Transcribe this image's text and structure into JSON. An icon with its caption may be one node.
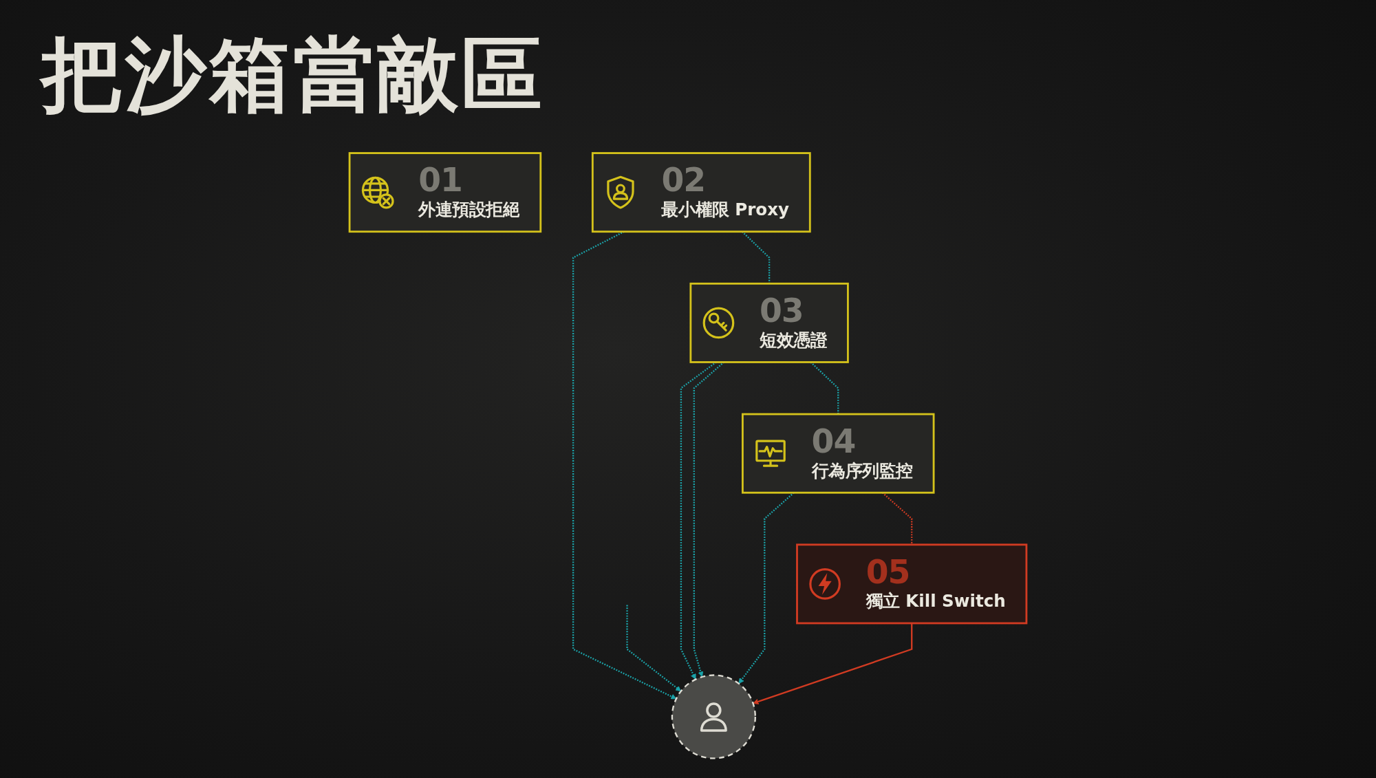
{
  "diagram": {
    "title": "把沙箱當敵區",
    "nodes": [
      {
        "text": [
          "01",
          "外連預設拒絕"
        ]
      },
      {
        "text": [
          "02",
          "最小權限 Proxy"
        ]
      },
      {
        "text": [
          "03",
          "短效憑證"
        ]
      },
      {
        "text": [
          "04",
          "行為序列監控"
        ]
      },
      {
        "text": [
          "05",
          "獨立 Kill Switch"
        ]
      },
      {
        "text": [],
        "shape": "person"
      }
    ],
    "edges": [
      {
        "from": 1,
        "to": 5,
        "arrow": "to",
        "style": "dashed"
      },
      {
        "from": null,
        "to": 5,
        "arrow": "to",
        "style": "dashed"
      },
      {
        "from": 2,
        "to": 5,
        "arrow": "to",
        "style": "dashed"
      },
      {
        "from": 2,
        "to": 5,
        "arrow": "to",
        "style": "dashed"
      },
      {
        "from": 3,
        "to": 5,
        "arrow": "to",
        "style": "dashed"
      },
      {
        "from": 4,
        "to": 5,
        "arrow": "to",
        "color": "#d13b22"
      },
      {
        "from": 1,
        "to": 2,
        "arrow": "none",
        "style": "dashed"
      },
      {
        "from": 2,
        "to": 3,
        "arrow": "none",
        "style": "dashed"
      },
      {
        "from": 3,
        "to": 4,
        "arrow": "none",
        "style": "dashed",
        "color": "#d13b22"
      }
    ]
  }
}
